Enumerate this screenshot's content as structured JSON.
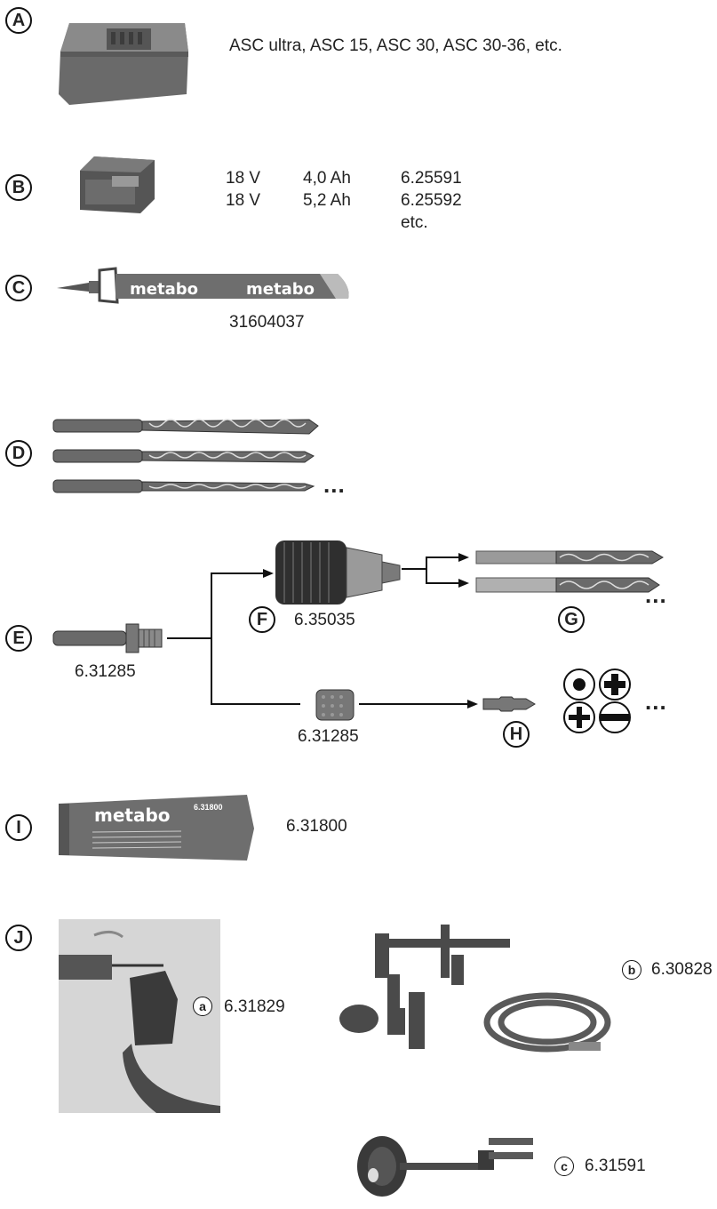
{
  "sections": {
    "A": {
      "letter": "A",
      "text": "ASC ultra, ASC 15,  ASC 30, ASC 30-36, etc."
    },
    "B": {
      "letter": "B",
      "rows": [
        {
          "volt": "18 V",
          "cap": "4,0 Ah",
          "code": "6.25591"
        },
        {
          "volt": "18 V",
          "cap": "5,2 Ah",
          "code": "6.25592"
        }
      ],
      "etc": "etc."
    },
    "C": {
      "letter": "C",
      "code": "31604037",
      "strap_text": "metabo"
    },
    "D": {
      "letter": "D",
      "more": "..."
    },
    "E": {
      "letter": "E",
      "code": "6.31285"
    },
    "F": {
      "letter": "F",
      "code": "6.35035"
    },
    "G": {
      "letter": "G",
      "more": "..."
    },
    "H": {
      "letter": "H",
      "adapter_code": "6.31285",
      "more": "..."
    },
    "I": {
      "letter": "I",
      "code": "6.31800",
      "tube_brand": "metabo",
      "tube_code": "6.31800"
    },
    "J": {
      "letter": "J",
      "a": {
        "letter": "a",
        "code": "6.31829"
      },
      "b": {
        "letter": "b",
        "code": "6.30828"
      },
      "c": {
        "letter": "c",
        "code": "6.31591"
      }
    }
  },
  "icons": [
    "charger-icon",
    "battery-pack-icon",
    "strap-icon",
    "sds-drill-bit-icon",
    "drill-chuck-icon",
    "twist-drill-icon",
    "screwdriver-bit-icon",
    "screw-head-icon",
    "grease-tube-icon",
    "dust-extractor-icon",
    "drill-stand-kit-icon",
    "dust-collector-icon"
  ],
  "colors": {
    "ink": "#222222",
    "product_gray": "#6f6f6f"
  }
}
